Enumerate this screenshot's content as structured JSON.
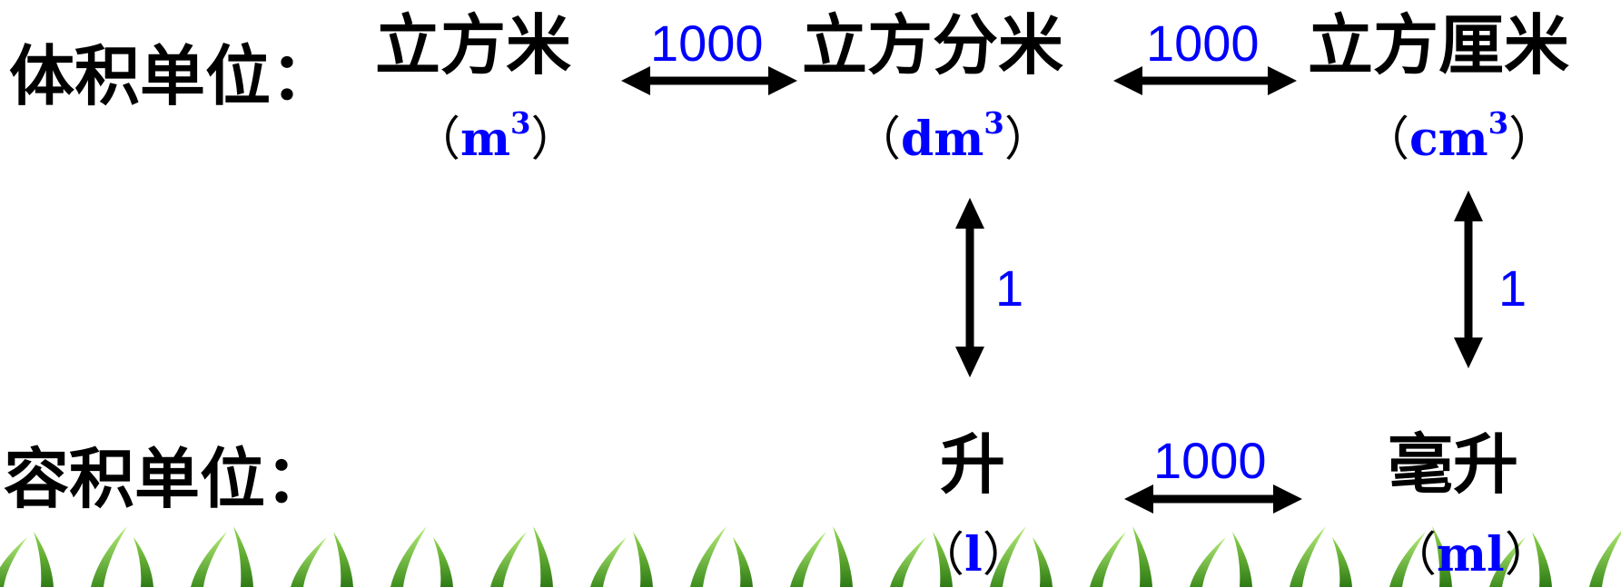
{
  "volume_row": {
    "label": "体积单位：",
    "units": [
      {
        "name": "立方米",
        "symbol": "m",
        "power": "3"
      },
      {
        "name": "立方分米",
        "symbol": "dm",
        "power": "3"
      },
      {
        "name": "立方厘米",
        "symbol": "cm",
        "power": "3"
      }
    ],
    "rates": [
      "1000",
      "1000"
    ]
  },
  "capacity_row": {
    "label": "容积单位：",
    "units": [
      {
        "name": "升",
        "symbol": "l"
      },
      {
        "name": "毫升",
        "symbol": "ml"
      }
    ],
    "rates": [
      "1000"
    ]
  },
  "equivalences": [
    "1",
    "1"
  ],
  "colors": {
    "text": "#000000",
    "accent": "#0000ff",
    "grass_light": "#9be15d",
    "grass_dark": "#3f8f1f"
  },
  "icons": [
    "double-arrow-horizontal-icon",
    "double-arrow-vertical-icon",
    "grass-decoration"
  ]
}
